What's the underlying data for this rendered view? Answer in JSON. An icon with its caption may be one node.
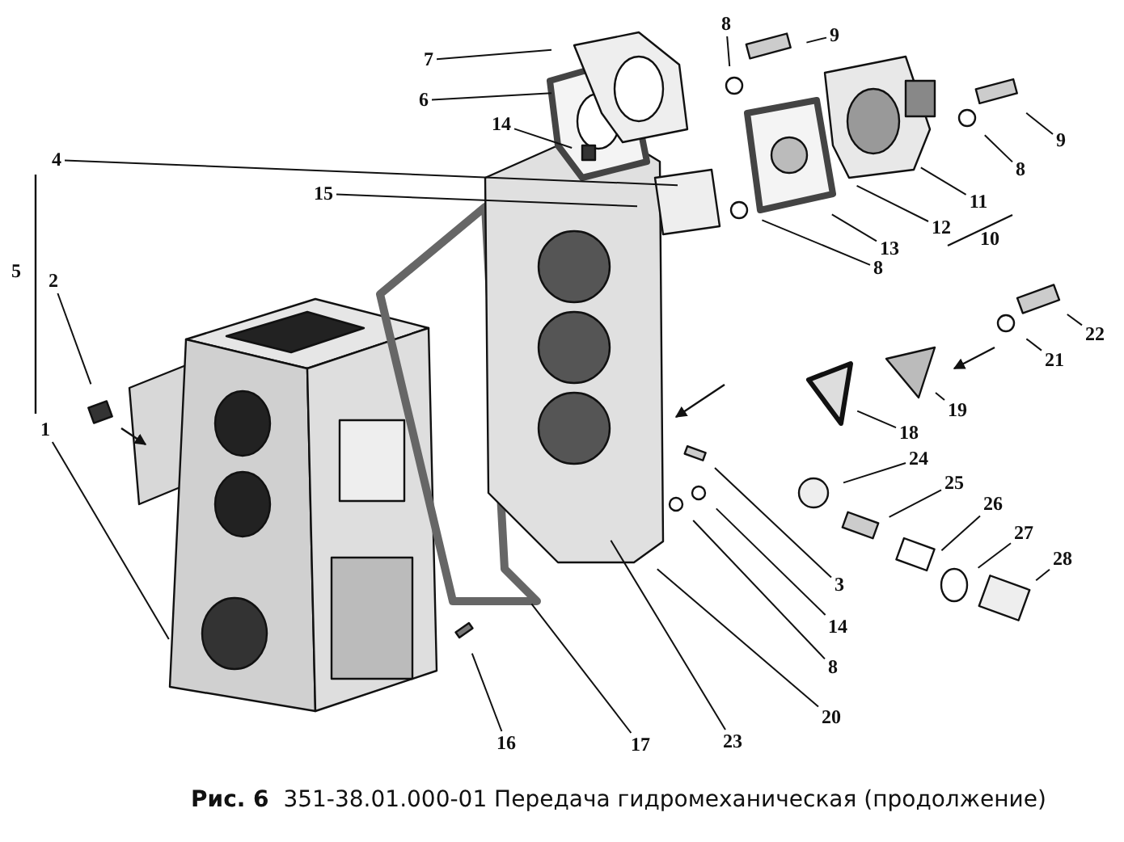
{
  "diagram": {
    "caption": "**Рис. 6**  351-38.01.000-01 Передача гидромеханическая (продолжение)",
    "nodes": [
      {
        "text": [
          "7"
        ]
      },
      {
        "text": [
          "6"
        ]
      },
      {
        "text": [
          "14"
        ]
      },
      {
        "text": [
          "4"
        ]
      },
      {
        "text": [
          "15"
        ]
      },
      {
        "text": [
          "2"
        ]
      },
      {
        "text": [
          "1"
        ]
      },
      {
        "text": [
          "8"
        ]
      },
      {
        "text": [
          "9"
        ]
      },
      {
        "text": [
          "9"
        ]
      },
      {
        "text": [
          "8"
        ]
      },
      {
        "text": [
          "11"
        ]
      },
      {
        "text": [
          "12"
        ]
      },
      {
        "text": [
          "13"
        ]
      },
      {
        "text": [
          "8"
        ]
      },
      {
        "text": [
          "22"
        ]
      },
      {
        "text": [
          "21"
        ]
      },
      {
        "text": [
          "19"
        ]
      },
      {
        "text": [
          "18"
        ]
      },
      {
        "text": [
          "24"
        ]
      },
      {
        "text": [
          "25"
        ]
      },
      {
        "text": [
          "26"
        ]
      },
      {
        "text": [
          "27"
        ]
      },
      {
        "text": [
          "28"
        ]
      },
      {
        "text": [
          "3"
        ]
      },
      {
        "text": [
          "14"
        ]
      },
      {
        "text": [
          "8"
        ]
      },
      {
        "text": [
          "20"
        ]
      },
      {
        "text": [
          "23"
        ]
      },
      {
        "text": [
          "17"
        ]
      },
      {
        "text": [
          "16"
        ]
      }
    ],
    "edges": [
      {
        "from": 0,
        "to": null,
        "arrow": "none"
      },
      {
        "from": 1,
        "to": null,
        "arrow": "none"
      },
      {
        "from": 2,
        "to": null,
        "arrow": "none"
      },
      {
        "from": 3,
        "to": null,
        "arrow": "none"
      },
      {
        "from": 4,
        "to": null,
        "arrow": "none"
      },
      {
        "from": 5,
        "to": null,
        "arrow": "none"
      },
      {
        "from": 6,
        "to": null,
        "arrow": "none"
      },
      {
        "from": 7,
        "to": null,
        "arrow": "none"
      },
      {
        "from": 8,
        "to": null,
        "arrow": "none"
      },
      {
        "from": 9,
        "to": null,
        "arrow": "none"
      },
      {
        "from": 10,
        "to": null,
        "arrow": "none"
      },
      {
        "from": 11,
        "to": null,
        "arrow": "none"
      },
      {
        "from": 12,
        "to": null,
        "arrow": "none"
      },
      {
        "from": 13,
        "to": null,
        "arrow": "none"
      },
      {
        "from": 14,
        "to": null,
        "arrow": "none"
      },
      {
        "from": 15,
        "to": null,
        "arrow": "none"
      },
      {
        "from": 16,
        "to": null,
        "arrow": "none"
      },
      {
        "from": 17,
        "to": null,
        "arrow": "none"
      },
      {
        "from": 18,
        "to": null,
        "arrow": "none"
      },
      {
        "from": 19,
        "to": null,
        "arrow": "none"
      },
      {
        "from": 20,
        "to": null,
        "arrow": "none"
      },
      {
        "from": 21,
        "to": null,
        "arrow": "none"
      },
      {
        "from": 22,
        "to": null,
        "arrow": "none"
      },
      {
        "from": 23,
        "to": null,
        "arrow": "none"
      },
      {
        "from": 24,
        "to": null,
        "arrow": "none"
      },
      {
        "from": 25,
        "to": null,
        "arrow": "none"
      },
      {
        "from": 26,
        "to": null,
        "arrow": "none"
      },
      {
        "from": 27,
        "to": null,
        "arrow": "none"
      },
      {
        "from": 28,
        "to": null,
        "arrow": "none"
      },
      {
        "from": 29,
        "to": null,
        "arrow": "none"
      },
      {
        "from": 30,
        "to": null,
        "arrow": "none"
      }
    ],
    "labels": [
      "5",
      "10"
    ]
  }
}
